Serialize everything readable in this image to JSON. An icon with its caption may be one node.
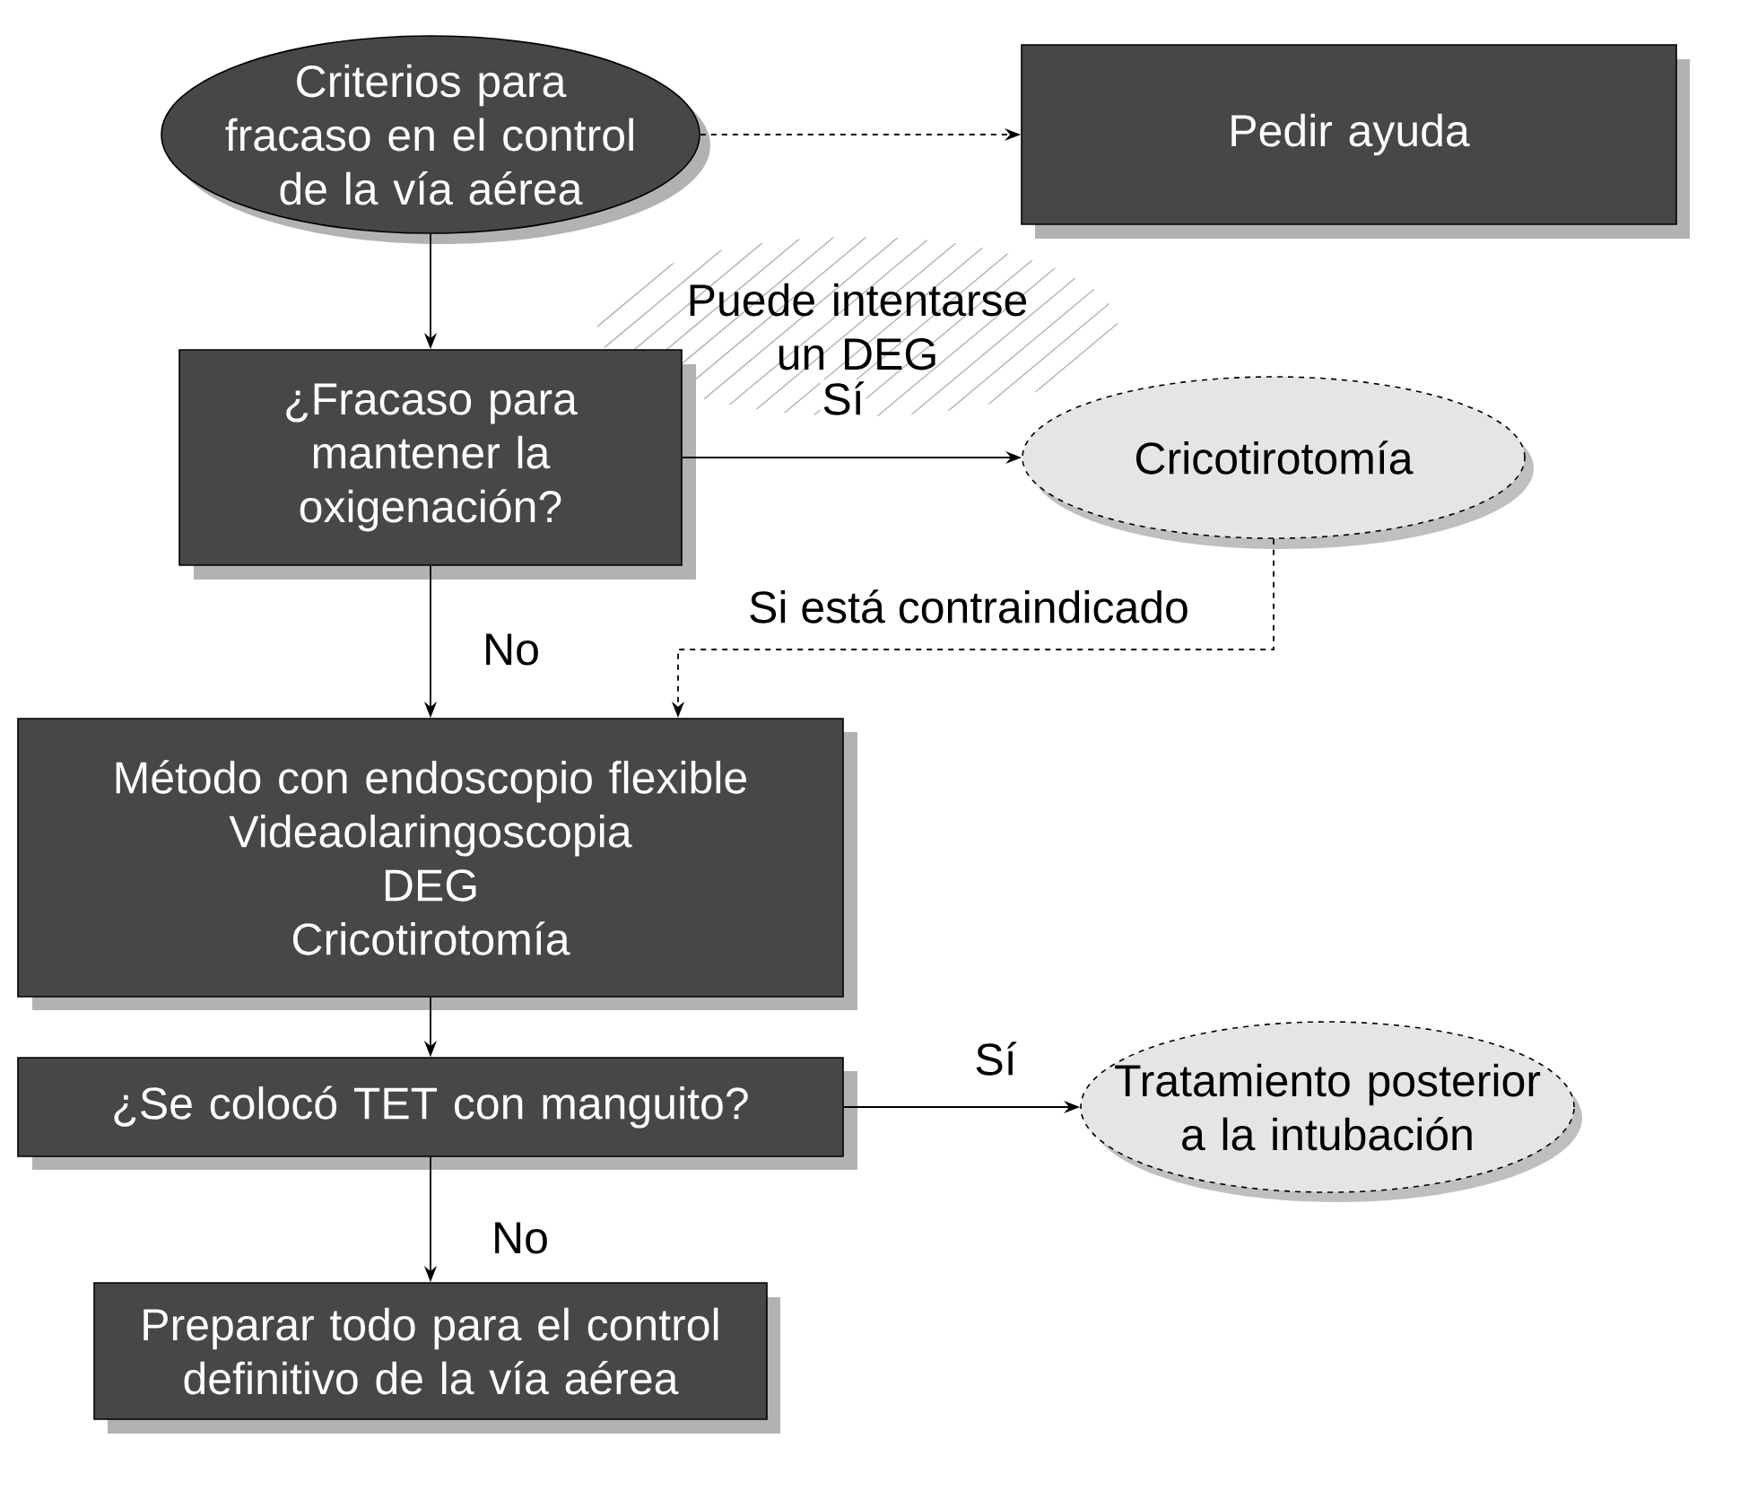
{
  "diagram": {
    "nodes": [
      {
        "text": [
          "Criterios para fracaso en el control de la vía aérea"
        ]
      },
      {
        "text": [
          "Pedir ayuda"
        ]
      },
      {
        "text": [
          "Puede intentarse un DEG"
        ]
      },
      {
        "text": [
          "¿Fracaso para mantener la oxigenación?"
        ]
      },
      {
        "text": [
          "Cricotirotomía"
        ]
      },
      {
        "text": [
          "Método con endoscopio flexible",
          "Videaolaringoscopia",
          "DEG",
          "Cricotirotomía"
        ]
      },
      {
        "text": [
          "¿Se colocó TET con manguito?"
        ]
      },
      {
        "text": [
          "Tratamiento posterior a la intubación"
        ]
      },
      {
        "text": [
          "Preparar todo para el control definitivo de la vía aérea"
        ]
      }
    ],
    "edges": [
      {
        "from": 0,
        "to": 1,
        "arrow": "to",
        "style": "dashed"
      },
      {
        "from": 0,
        "to": 3,
        "arrow": "to"
      },
      {
        "from": 3,
        "to": 4,
        "arrow": "to",
        "label": "Sí"
      },
      {
        "from": 3,
        "to": 5,
        "arrow": "to",
        "label": "No"
      },
      {
        "from": 4,
        "to": 5,
        "arrow": "to",
        "style": "dashed",
        "label": "Si está contraindicado"
      },
      {
        "from": 5,
        "to": 6,
        "arrow": "to"
      },
      {
        "from": 6,
        "to": 7,
        "arrow": "to",
        "label": "Sí"
      },
      {
        "from": 6,
        "to": 8,
        "arrow": "to",
        "label": "No"
      }
    ]
  }
}
